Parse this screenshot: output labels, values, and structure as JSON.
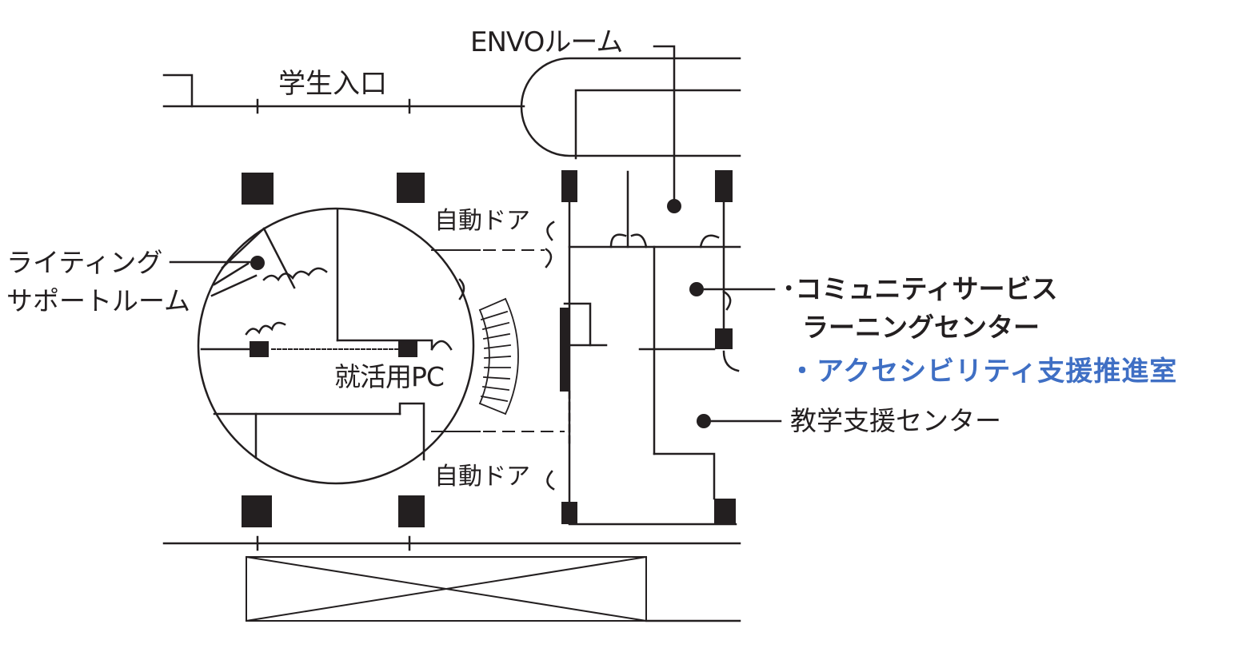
{
  "labels": {
    "student_entrance": "学生入口",
    "envo_room": "ENVOルーム",
    "writing_support_line1": "ライティング",
    "writing_support_line2": "サポートルーム",
    "auto_door_top": "自動ドア",
    "auto_door_bottom": "自動ドア",
    "job_hunting_pc": "就活用PC",
    "community_service_line1": "･コミュニティサービス",
    "community_service_line2": "ラーニングセンター",
    "accessibility_office": "・アクセシビリティ支援推進室",
    "teaching_support_center": "教学支援センター"
  },
  "colors": {
    "line": "#231f20",
    "highlight": "#3f6fc4",
    "background": "#ffffff"
  }
}
